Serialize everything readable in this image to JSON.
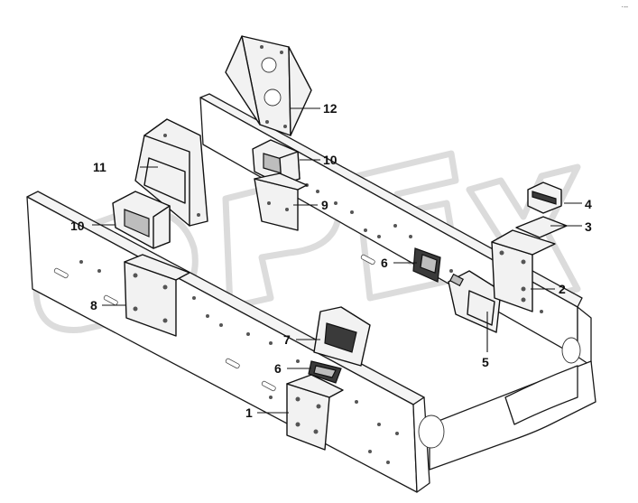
{
  "diagram": {
    "callouts": [
      {
        "id": "1",
        "label": "1"
      },
      {
        "id": "2",
        "label": "2"
      },
      {
        "id": "3",
        "label": "3"
      },
      {
        "id": "4",
        "label": "4"
      },
      {
        "id": "5",
        "label": "5"
      },
      {
        "id": "6a",
        "label": "6"
      },
      {
        "id": "6b",
        "label": "6"
      },
      {
        "id": "7",
        "label": "7"
      },
      {
        "id": "8",
        "label": "8"
      },
      {
        "id": "9",
        "label": "9"
      },
      {
        "id": "10a",
        "label": "10"
      },
      {
        "id": "10b",
        "label": "10"
      },
      {
        "id": "11",
        "label": "11"
      },
      {
        "id": "12",
        "label": "12"
      }
    ],
    "watermark": "OPEX",
    "corner_mark": "·–"
  }
}
